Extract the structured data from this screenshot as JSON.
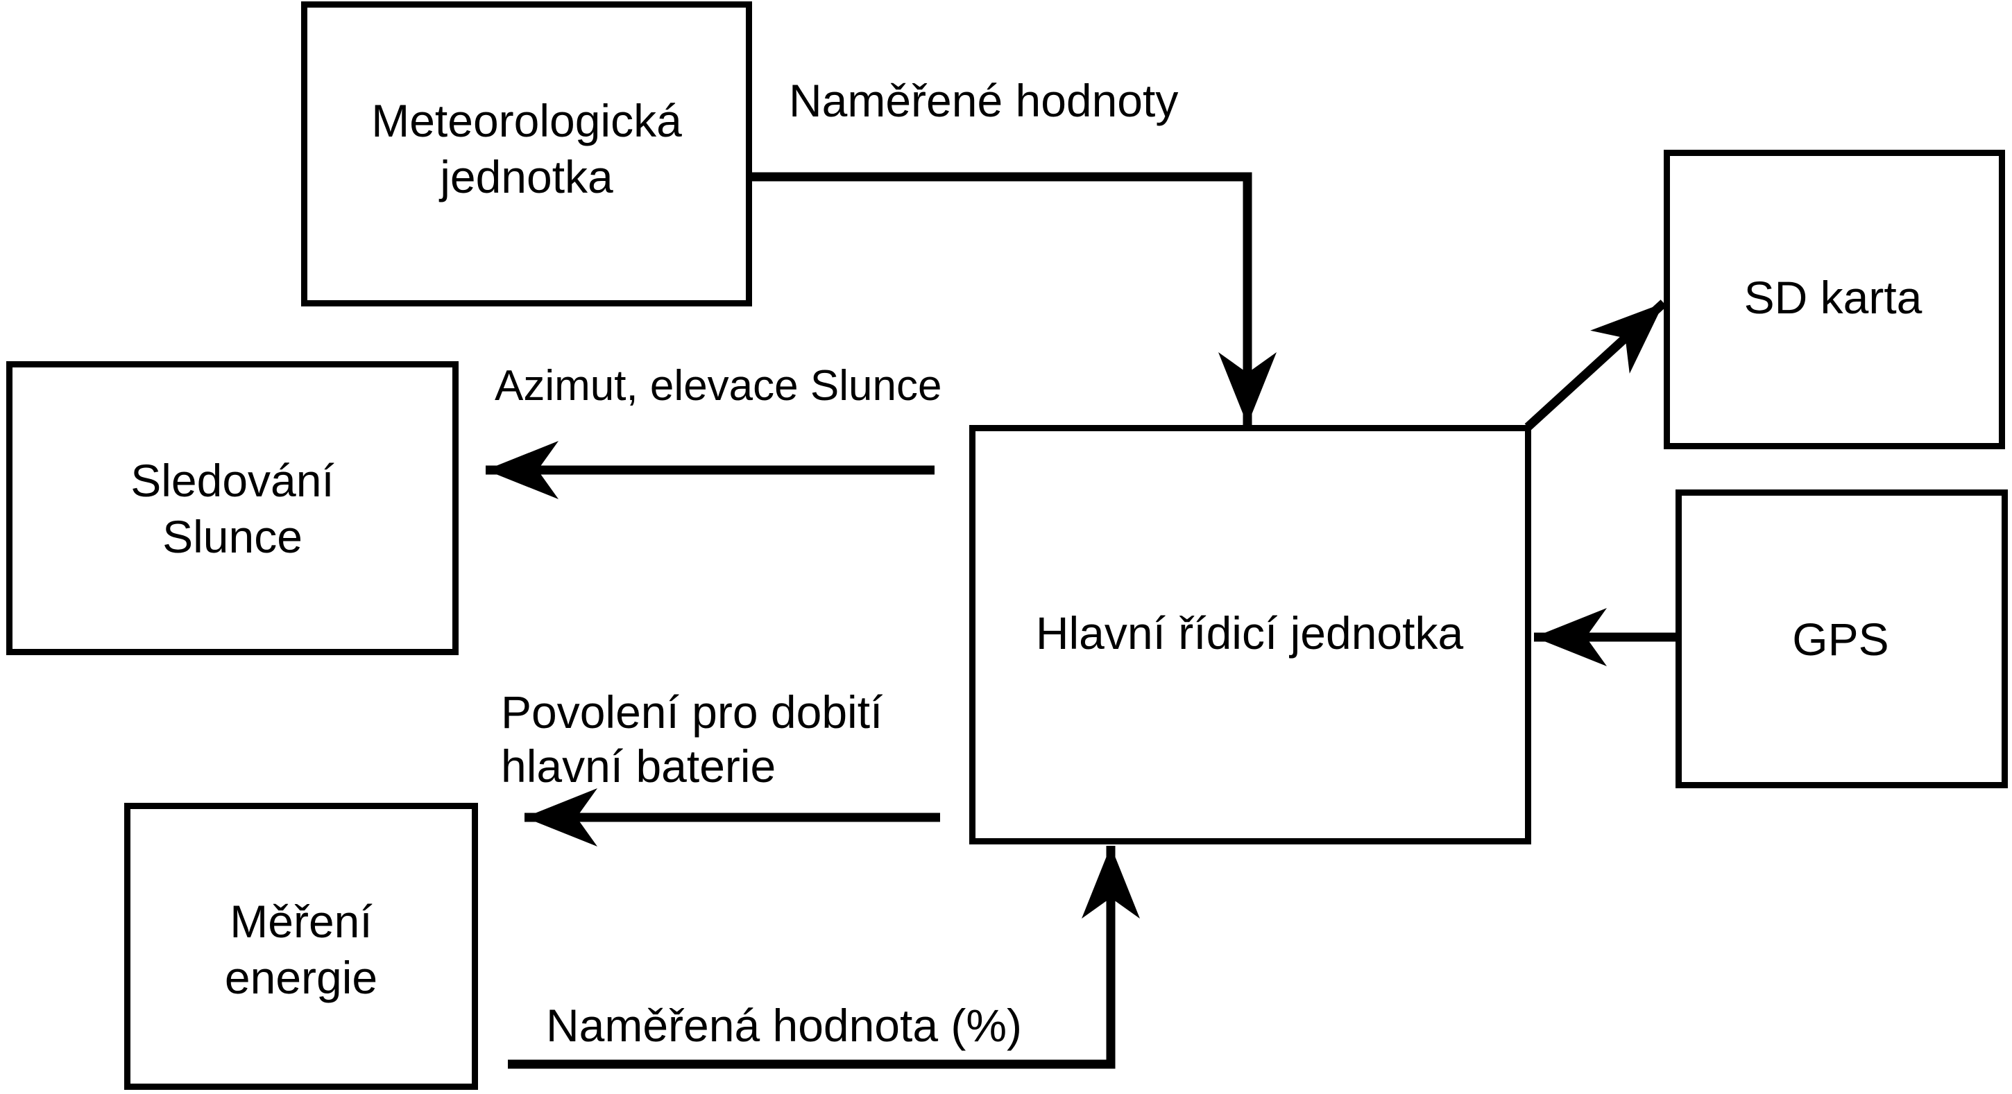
{
  "colors": {
    "background": "#ffffff",
    "ink": "#000000"
  },
  "diagram": {
    "nodes": {
      "meteo": {
        "line1": "Meteorologická",
        "line2": "jednotka"
      },
      "sledovani": {
        "line1": "Sledování",
        "line2": "Slunce"
      },
      "mereni": {
        "line1": "Měření",
        "line2": "energie"
      },
      "hlavni": {
        "label": "Hlavní řídicí jednotka"
      },
      "sd": {
        "label": "SD karta"
      },
      "gps": {
        "label": "GPS"
      }
    },
    "edge_labels": {
      "namerene": {
        "label": "Naměřené hodnoty"
      },
      "azimut": {
        "label": "Azimut, elevace Slunce"
      },
      "povoleni": {
        "line1": "Povolení pro dobití",
        "line2": "hlavní baterie"
      },
      "namerena": {
        "label": "Naměřená hodnota (%)"
      }
    }
  }
}
